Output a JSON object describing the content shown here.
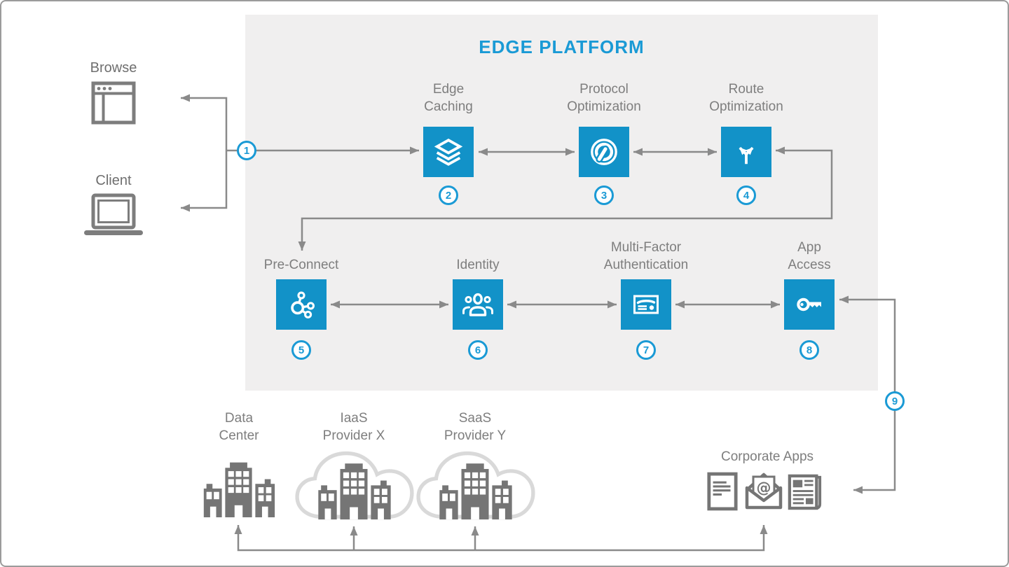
{
  "diagram": {
    "title": "EDGE PLATFORM",
    "clients": {
      "browse_label": "Browse",
      "client_label": "Client"
    },
    "steps": {
      "s1": "1",
      "s9": "9"
    },
    "top_row": [
      {
        "label": "Edge\nCaching",
        "number": "2",
        "icon": "layers-icon"
      },
      {
        "label": "Protocol\nOptimization",
        "number": "3",
        "icon": "gauge-icon"
      },
      {
        "label": "Route\nOptimization",
        "number": "4",
        "icon": "route-split-icon"
      }
    ],
    "bottom_row": [
      {
        "label": "Pre-Connect",
        "number": "5",
        "icon": "network-hub-icon"
      },
      {
        "label": "Identity",
        "number": "6",
        "icon": "people-group-icon"
      },
      {
        "label": "Multi-Factor\nAuthentication",
        "number": "7",
        "icon": "certificate-icon"
      },
      {
        "label": "App\nAccess",
        "number": "8",
        "icon": "key-icon"
      }
    ],
    "origins": [
      {
        "label": "Data\nCenter",
        "cloud": false
      },
      {
        "label": "IaaS\nProvider X",
        "cloud": true
      },
      {
        "label": "SaaS\nProvider Y",
        "cloud": true
      }
    ],
    "corporate_apps_label": "Corporate Apps",
    "colors": {
      "accent_blue": "#1a9ad5",
      "icon_blue": "#1292c8",
      "line_gray": "#8a8a8a",
      "label_gray": "#7e7e7e",
      "client_gray": "#6f6f6f",
      "panel_gray": "#f0efef",
      "glyph_gray": "#757575"
    }
  }
}
